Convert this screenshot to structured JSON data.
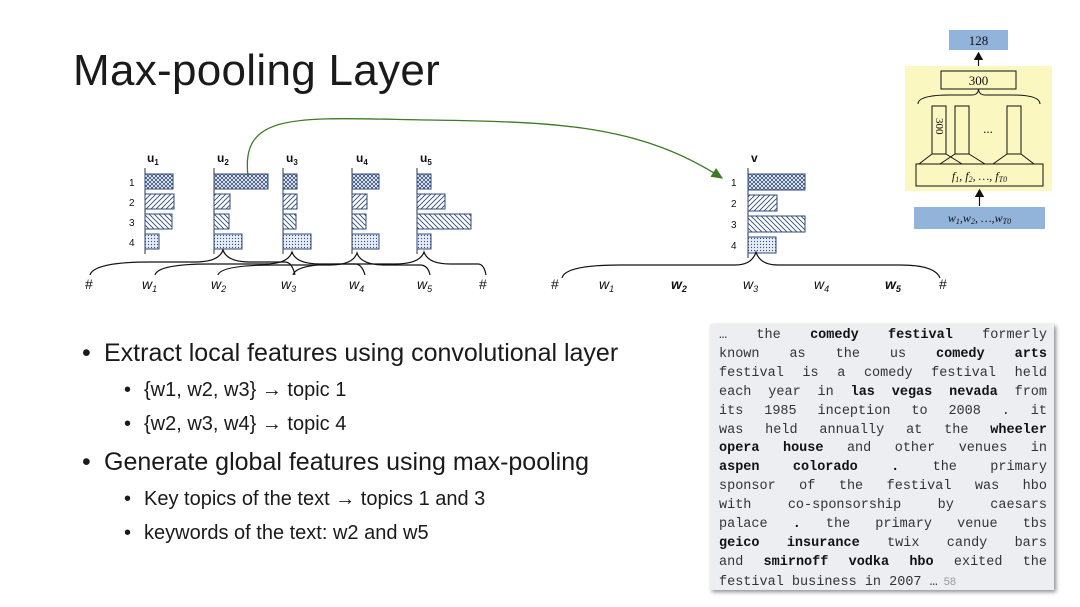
{
  "title": "Max-pooling Layer",
  "colors": {
    "bar_stroke": "#2f4a7a",
    "arrow": "#3d7a26",
    "inset_bg": "#fbf7c0",
    "inset_box": "#92b4da"
  },
  "left_diagram": {
    "feature_maps": [
      "u1",
      "u2",
      "u3",
      "u4",
      "u5"
    ],
    "row_labels": [
      "1",
      "2",
      "3",
      "4"
    ],
    "words": [
      "#",
      "w1",
      "w2",
      "w3",
      "w4",
      "w5",
      "#"
    ]
  },
  "right_diagram": {
    "label": "v",
    "row_labels": [
      "1",
      "2",
      "3",
      "4"
    ],
    "words": [
      "#",
      "w1",
      "w2",
      "w3",
      "w4",
      "w5",
      "#"
    ],
    "bold_words": [
      "w2",
      "w5"
    ]
  },
  "inset": {
    "output": "128",
    "hidden": "300",
    "conv": "300",
    "ellipsis": "...",
    "features": "f1, f2, …, fT0",
    "input": "w1,w2, …,wT0"
  },
  "bullets": [
    {
      "text": "Extract local features using convolutional layer",
      "sub": [
        "{w1, w2, w3} → topic 1",
        "{w2, w3, w4} → topic 4"
      ]
    },
    {
      "text": "Generate global features using max-pooling",
      "sub": [
        "Key topics of the text → topics 1 and 3",
        "keywords of the text: w2 and w5"
      ]
    }
  ],
  "text_box": {
    "page_number": "58"
  }
}
